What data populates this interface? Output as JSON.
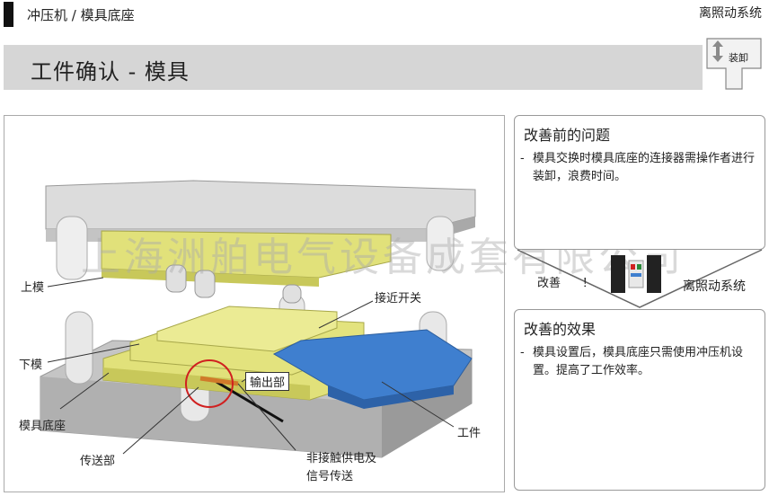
{
  "header": {
    "breadcrumb": "冲压机 /  模具底座",
    "system_name": "离照动系统"
  },
  "title_bar": {
    "title": "工件确认 - 模具",
    "action_button": "装卸"
  },
  "diagram": {
    "labels": {
      "upper_die": "上模",
      "lower_die": "下模",
      "die_base": "模具底座",
      "transfer": "传送部",
      "proximity_switch": "接近开关",
      "output": "输出部",
      "workpiece": "工件",
      "contactless_power_line1": "非接触供电及",
      "contactless_power_line2": "信号传送"
    },
    "watermark": "上海洲舶电气设备成套有限公司"
  },
  "before": {
    "heading": "改善前的问题",
    "bullet": "-",
    "text": "模具交换时模具底座的连接器需操作者进行装卸，浪费时间。"
  },
  "transition": {
    "improve_label": "改善",
    "exclaim": "！",
    "system_name": "离照动系统"
  },
  "after": {
    "heading": "改善的效果",
    "bullet": "-",
    "text": "模具设置后，模具底座只需使用冲压机设置。提高了工作效率。"
  },
  "colors": {
    "title_bar_bg": "#d6d6d6",
    "die_yellow": "#d9d96a",
    "workpiece_blue": "#3f7fcf",
    "base_grey": "#c8c8c8",
    "highlight_red": "#d02020"
  }
}
